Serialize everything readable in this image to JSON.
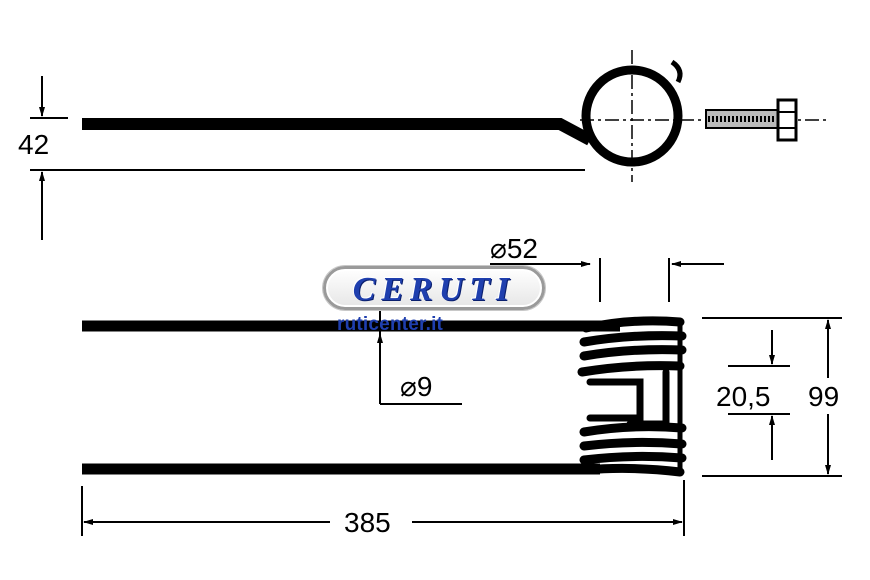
{
  "dimensions": {
    "height_offset": "42",
    "coil_diameter": "52",
    "wire_diameter": "9",
    "gap": "20,5",
    "overall_height": "99",
    "length": "385",
    "diameter_symbol": "⌀"
  },
  "watermark": {
    "logo": "CERUTI",
    "website": "ruticenter.it"
  },
  "colors": {
    "ink": "#000000",
    "logo_blue": "#1f3fae"
  }
}
